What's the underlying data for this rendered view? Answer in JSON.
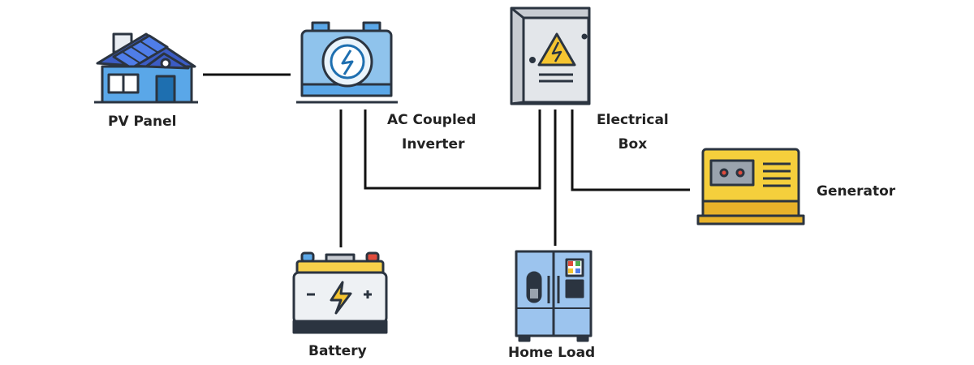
{
  "labels": {
    "pv_panel": "PV  Panel",
    "inverter_line1": "AC Coupled",
    "inverter_line2": "Inverter",
    "electrical_box_line1": "Electrical",
    "electrical_box_line2": "Box",
    "generator": "Generator",
    "battery": "Battery",
    "home_load": "Home Load"
  },
  "icons": {
    "pv_panel": "solar-house-icon",
    "inverter": "inverter-icon",
    "electrical_box": "electrical-box-icon",
    "generator": "generator-icon",
    "battery": "battery-icon",
    "home_load": "refrigerator-icon"
  },
  "colors": {
    "outline": "#2b3440",
    "roof": "#3c5cc4",
    "solar_cell": "#4f7de8",
    "house_wall": "#5aa7e8",
    "inverter_body": "#8fc3ec",
    "box_body": "#e3e6ea",
    "warning_yellow": "#f5c430",
    "generator_body": "#f5cf3c",
    "battery_top": "#f7d04a",
    "fridge_body": "#9cc4ee",
    "connector_line": "#111111"
  }
}
